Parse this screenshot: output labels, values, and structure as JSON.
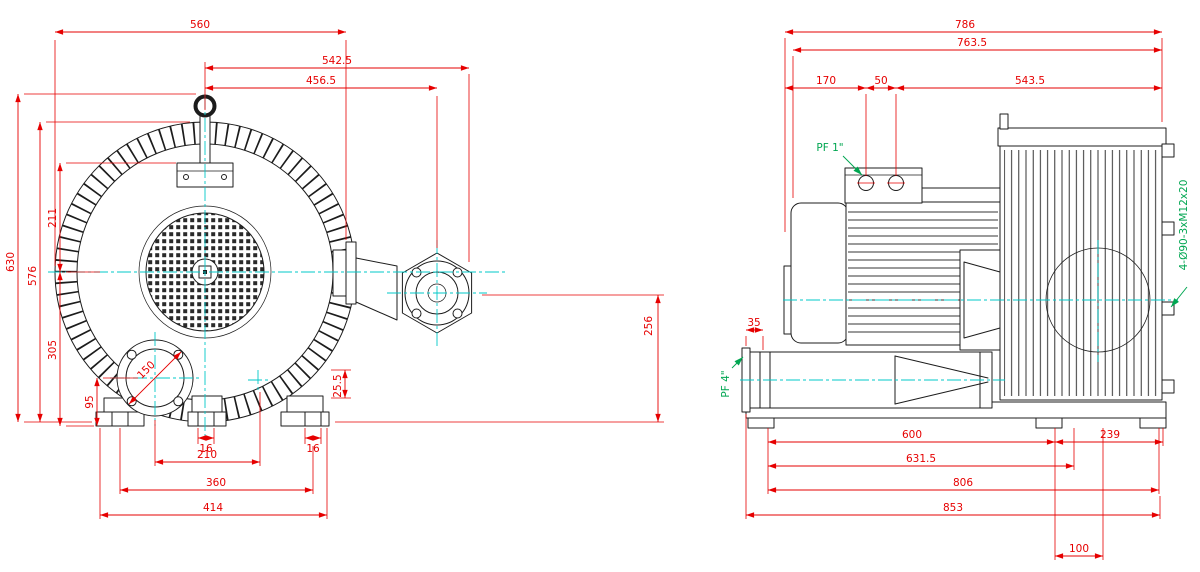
{
  "colors": {
    "dimension_red": "#e60000",
    "centerline_cyan": "#00c8c8",
    "outline_black": "#1c1c1c",
    "port_note_green": "#00a651",
    "background": "#ffffff"
  },
  "front": {
    "d560": "560",
    "d542": "542.5",
    "d456": "456.5",
    "d630": "630",
    "d576": "576",
    "d211": "211",
    "d305": "305",
    "d95": "95",
    "d150": "150",
    "d25": "25.5",
    "d16a": "16",
    "d16b": "16",
    "d210": "210",
    "d360": "360",
    "d414": "414",
    "d256": "256"
  },
  "side": {
    "d786": "786",
    "d763": "763.5",
    "d170": "170",
    "d50": "50",
    "d543": "543.5",
    "d35": "35",
    "d600": "600",
    "d239": "239",
    "d631": "631.5",
    "d806": "806",
    "d853": "853",
    "d100": "100",
    "pf1": "PF 1\"",
    "pf4": "PF 4\"",
    "flange_note": "4-Ø90-3xM12x20"
  }
}
